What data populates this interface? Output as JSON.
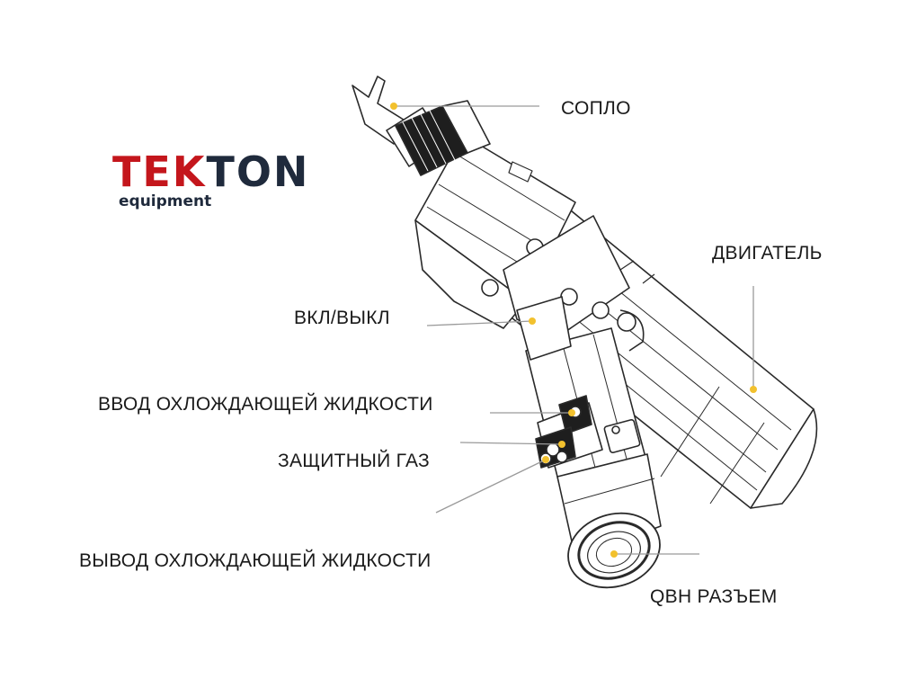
{
  "logo": {
    "red_text": "TEK",
    "dark_text": "TON",
    "subtitle": "equipment",
    "red": "#c4161c",
    "dark": "#1f2a3c"
  },
  "labels": {
    "nozzle": "СОПЛО",
    "motor": "ДВИГАТЕЛЬ",
    "power": "ВКЛ/ВЫКЛ",
    "coolant_in": "ВВОД ОХЛОЖДАЮЩЕЙ ЖИДКОСТИ",
    "shield_gas": "ЗАЩИТНЫЙ ГАЗ",
    "coolant_out": "ВЫВОД ОХЛОЖДАЮЩЕЙ ЖИДКОСТИ",
    "qbh": "QBH РАЗЪЕМ"
  },
  "colors": {
    "marker": "#f2c12e",
    "leader": "#9a9a9a",
    "outline": "#2a2a2a"
  }
}
